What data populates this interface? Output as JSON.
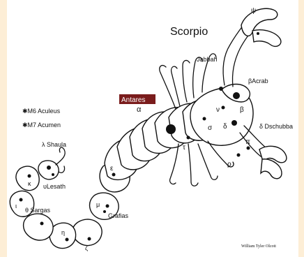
{
  "figure": {
    "title": "Scorpio",
    "credit": "William Tyler Olcott",
    "highlight_color": "#7a1c1c",
    "background_color": "#fdeed6"
  },
  "labels": {
    "antares": "Antares",
    "alpha": "α",
    "jabbah": "Jabbah",
    "acrab": "βAcrab",
    "dschubba": "δ Dschubba",
    "m6": "✱M6 Aculeus",
    "m7": "✱M7 Acumen",
    "shaula": "λ Shaula",
    "lesath": "υLesath",
    "sargas": "θ Sargas",
    "grafias": "Grafias",
    "beta": "β",
    "delta": "δ",
    "sigma": "σ",
    "tau": "τ",
    "epsilon": "ε",
    "pi": "π",
    "rho": "ρ",
    "nu": "ν",
    "psi": "ψ",
    "eta": "η",
    "zeta": "ζ",
    "mu": "μ",
    "iota": "ι",
    "kappa": "κ"
  }
}
